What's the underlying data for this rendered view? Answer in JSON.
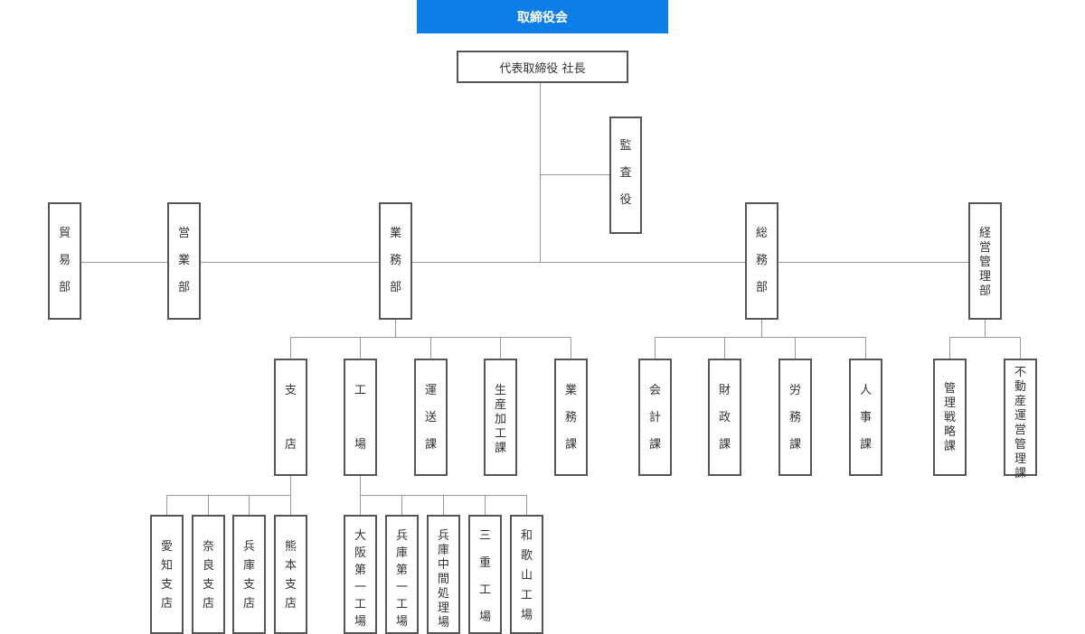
{
  "board": "取締役会",
  "president": "代表取締役 社長",
  "auditor": "監査役",
  "departments": {
    "boeki": "貿易部",
    "eigyo": "営業部",
    "gyomu": "業務部",
    "somu": "総務部",
    "keiei": "経営管理部"
  },
  "gyomu_sections": [
    "支店",
    "工場",
    "運送課",
    "生産加工課",
    "業務課"
  ],
  "somu_sections": [
    "会計課",
    "財政課",
    "労務課",
    "人事課"
  ],
  "keiei_sections": [
    "管理戦略課",
    "不動産運営管理課"
  ],
  "branches": [
    "愛知支店",
    "奈良支店",
    "兵庫支店",
    "熊本支店"
  ],
  "factories": [
    "大阪第一工場",
    "兵庫第一工場",
    "兵庫中間処理場",
    "三重工場",
    "和歌山工場"
  ],
  "colors": {
    "board_bg": "#0d7de8",
    "line": "#999999",
    "border": "#555555"
  }
}
